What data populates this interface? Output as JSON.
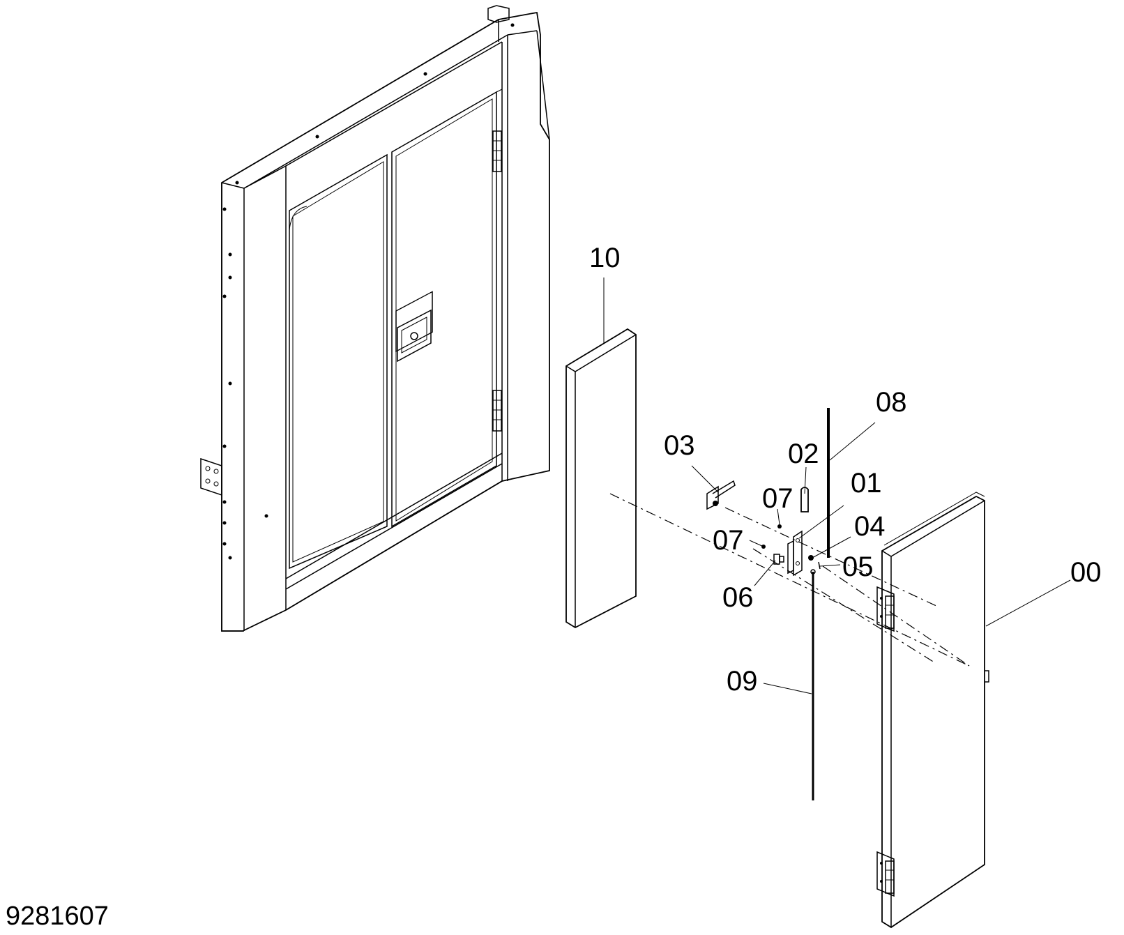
{
  "drawing_id": "9281607",
  "callouts": {
    "c00": "00",
    "c01": "01",
    "c02": "02",
    "c03": "03",
    "c04": "04",
    "c05": "05",
    "c06": "06",
    "c07a": "07",
    "c07b": "07",
    "c08": "08",
    "c09": "09",
    "c10": "10"
  }
}
